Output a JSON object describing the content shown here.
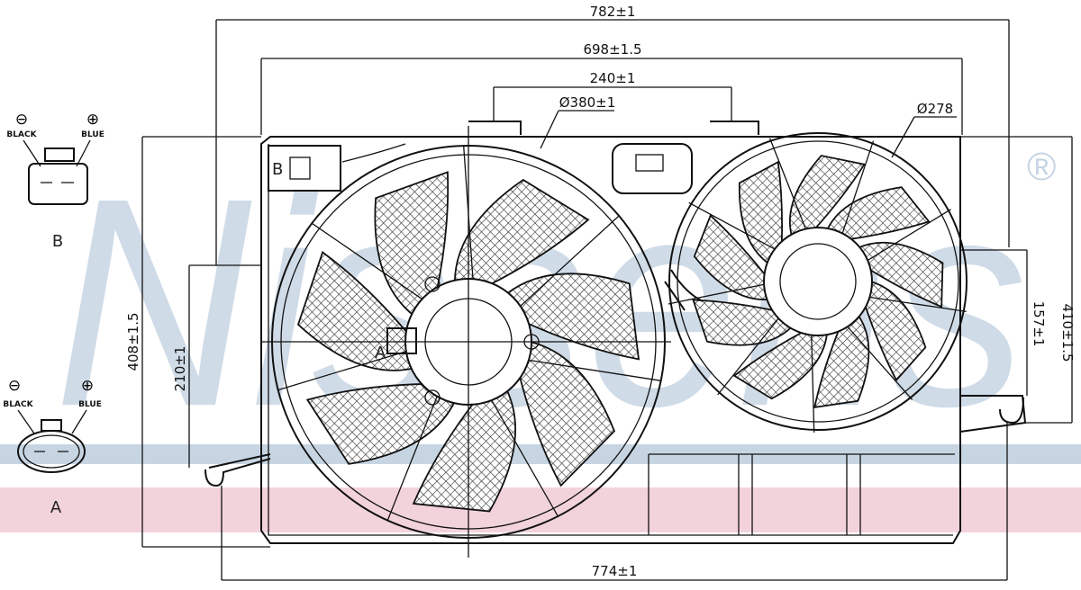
{
  "watermark": {
    "brand": "Nissens",
    "registered_mark": "®",
    "color": "#c7d5e3",
    "band_pink": "#f3d3db",
    "band_blue": "#c7d5e3"
  },
  "dimensions": {
    "overall_width": "782±1",
    "inner_width": "698±1.5",
    "mount_spacing": "240±1",
    "large_fan_diameter": "Ø380±1",
    "small_fan_diameter": "Ø278",
    "overall_height": "408±1.5",
    "left_mount_height": "210±1",
    "right_mount_height": "157±1",
    "right_height": "410±1.5",
    "bottom_width": "774±1"
  },
  "connectors": {
    "b": {
      "label": "B",
      "neg_label": "BLACK",
      "pos_label": "BLUE",
      "neg_symbol": "⊖",
      "pos_symbol": "⊕"
    },
    "a": {
      "label": "A",
      "neg_label": "BLACK",
      "pos_label": "BLUE",
      "neg_symbol": "⊖",
      "pos_symbol": "⊕"
    }
  },
  "callouts": {
    "connector_a": "A",
    "connector_b": "B"
  }
}
